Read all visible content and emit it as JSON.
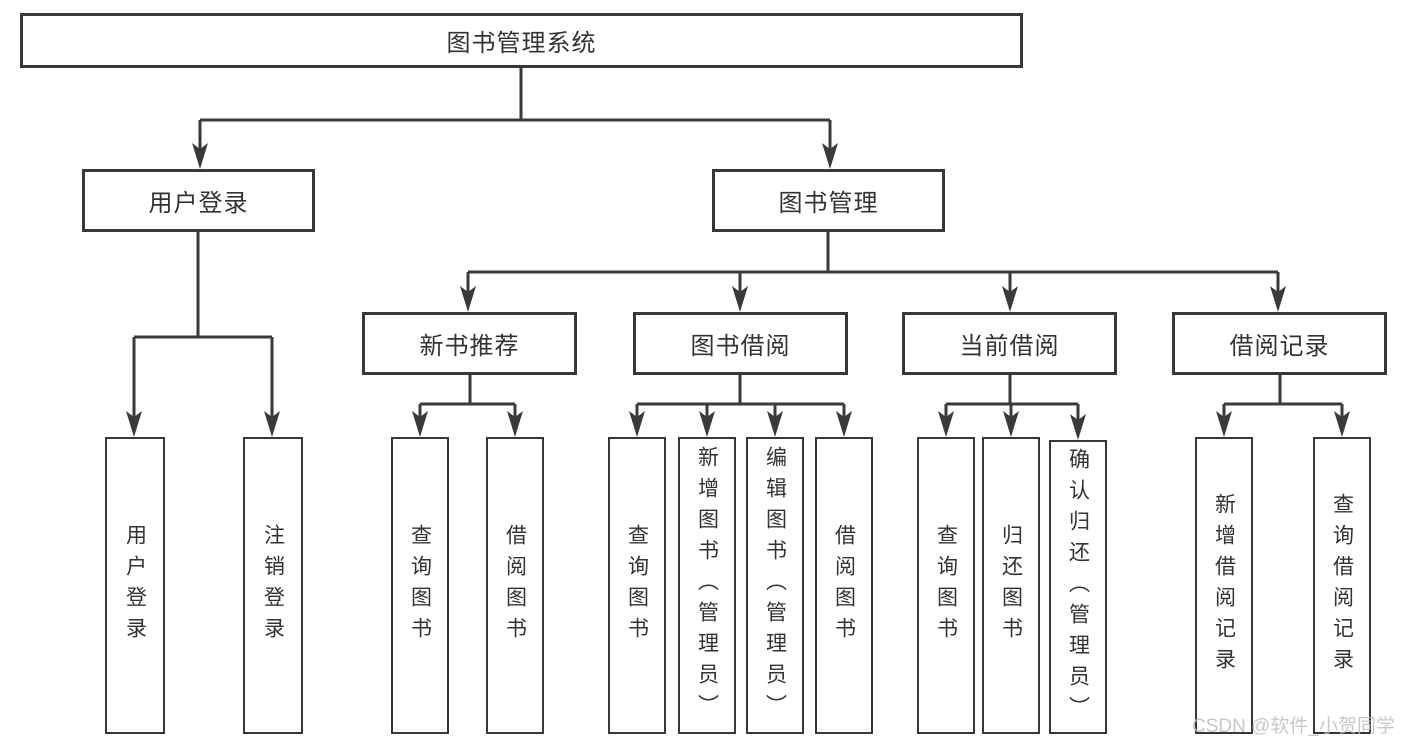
{
  "diagram": {
    "type": "hierarchy-tree",
    "colors": {
      "line": "#3a3a3a",
      "box_border": "#383838",
      "text": "#333333",
      "background": "#ffffff",
      "watermark": "#bfbfbf"
    }
  },
  "tree": {
    "root": {
      "label": "图书管理系统",
      "children": [
        {
          "label": "用户登录",
          "children": [
            {
              "label": "用户登录"
            },
            {
              "label": "注销登录"
            }
          ]
        },
        {
          "label": "图书管理",
          "children": [
            {
              "label": "新书推荐",
              "children": [
                {
                  "label": "查询图书"
                },
                {
                  "label": "借阅图书"
                }
              ]
            },
            {
              "label": "图书借阅",
              "children": [
                {
                  "label": "查询图书"
                },
                {
                  "label": "新增图书（管理员）"
                },
                {
                  "label": "编辑图书（管理员）"
                },
                {
                  "label": "借阅图书"
                }
              ]
            },
            {
              "label": "当前借阅",
              "children": [
                {
                  "label": "查询图书"
                },
                {
                  "label": "归还图书"
                },
                {
                  "label": "确认归还（管理员）"
                }
              ]
            },
            {
              "label": "借阅记录",
              "children": [
                {
                  "label": "新增借阅记录"
                },
                {
                  "label": "查询借阅记录"
                }
              ]
            }
          ]
        }
      ]
    }
  },
  "watermark": {
    "text": "CSDN @软件_小贺同学"
  }
}
